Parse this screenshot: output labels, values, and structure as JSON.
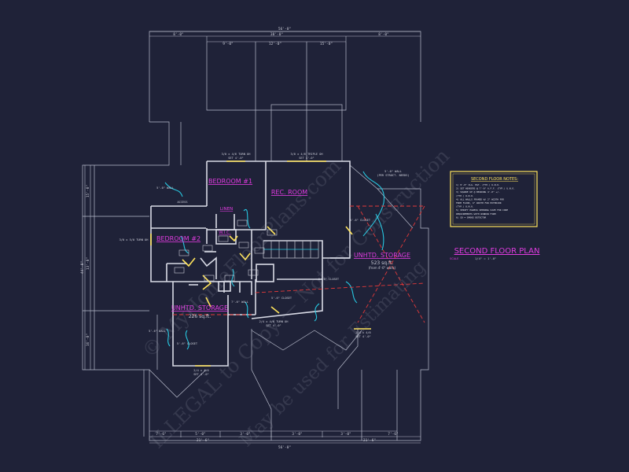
{
  "colors": {
    "background": "#1f2238",
    "lines": "#c9cbd6",
    "room_labels": "#e03ce0",
    "annotations": "#ffe45c",
    "hatching": "#27c7e0",
    "section_lines": "#e53a3a"
  },
  "title": {
    "main": "SECOND FLOOR PLAN",
    "scale_label": "SCALE",
    "scale_value": "1/4\" = 1'-0\""
  },
  "notes": {
    "heading": "SECOND FLOOR NOTES:",
    "items": [
      "1) 9'-0\" CLG. HGT. (TYP.) U.N.O.",
      "2) SET HEADERS @ 7'-0\" A.F.F. (TYP.) U.N.O.",
      "3) SQUARE UP @ BEARING 4'-0\" +/-",
      "   (TYP.) U.N.O.",
      "4) ALL WALLS FRAMED W/ 2\" WIDTH FOR",
      "   FROM FLOOR, 4\" WIDTH FOR EXTERIOR",
      "   (TYP.) U.N.O.",
      "5) VERIFY EGRESS OPENING SIZE FOR CODE",
      "   REQUIREMENTS WITH WINDOW FIRM",
      "6) SD = SMOKE DETECTOR"
    ]
  },
  "rooms": {
    "bedroom1": "BEDROOM #1",
    "rec_room": "REC. ROOM",
    "bedroom2": "BEDROOM #2",
    "linen": "LINEN",
    "wic": "W.I.C.",
    "storage_right": "UNHTD. STORAGE",
    "storage_right_area": "523 sq.ft.",
    "storage_right_note": "(from 4'-0\" walls)",
    "storage_left": "UNHTD. STORAGE",
    "storage_left_area": "226 sq.ft."
  },
  "annotations": {
    "window_top_left": "3/0 x 4/6 TURN OH",
    "window_top_left_sub": "SET 4'-0\"",
    "window_top_right": "3/0 x 4/6 TRIPLE OH",
    "window_top_right_sub": "SET 4'-0\"",
    "window_left": "3/0 x 5/0 TURN OH",
    "window_bottom": "2/4 x 4/6 TURN OH",
    "window_bottom_sub": "SET 4'-0\"",
    "window_bottom_left": "2/4 x 4/6",
    "window_bottom_left_sub": "SET 4'-0\"",
    "window_right": "2/4 x 4/6",
    "window_right_sub": "SET 4'-0\"",
    "access": "ACCESS",
    "wall_left_top": "5'-0\" WALL",
    "wall_right_top": "5'-0\" WALL",
    "wall_right_top_sub": "(PER STRUCT. NEEDS)",
    "closet_right": "5'-6\" CLOSET",
    "closet_mid": "5'-6\" CLOSET",
    "closet_low": "5'-6\" CLOSET",
    "wall_mid": "7'-6\" WALL",
    "closet_bottom_left": "5'-6\" CLOSET",
    "wall_left_low": "5'-6\" WALL",
    "dim_top_total": "56'-0\"",
    "dim_top_left": "8'-0\"",
    "dim_top_mid": "38'-0\"",
    "dim_top_right": "8'-0\"",
    "dim_row2_a": "9'-0\"",
    "dim_row2_b": "12'-0\"",
    "dim_row2_c": "15'-0\"",
    "dim_left_total": "44'-0\"",
    "dim_left_a": "15'-0\"",
    "dim_left_b": "13'-0\"",
    "dim_left_c": "16'-0\"",
    "dim_bottom_total": "56'-0\"",
    "dim_bottom_a": "21'-6\"",
    "dim_bottom_b": "21'-6\"",
    "dim_bottom_c": "7'-6\"",
    "dim_bottom_d": "5'-0\"",
    "dim_bottom_e": "3'-0\"",
    "dim_bottom_f": "3'-0\"",
    "dim_bottom_g": "3'-0\"",
    "dim_bottom_h": "7'-6\""
  },
  "watermark": {
    "line1": "© MyHomeFloorPlans.com",
    "line2": "ILLEGAL to Copy — Not for Construction",
    "line3": "May be used for Estimating"
  }
}
